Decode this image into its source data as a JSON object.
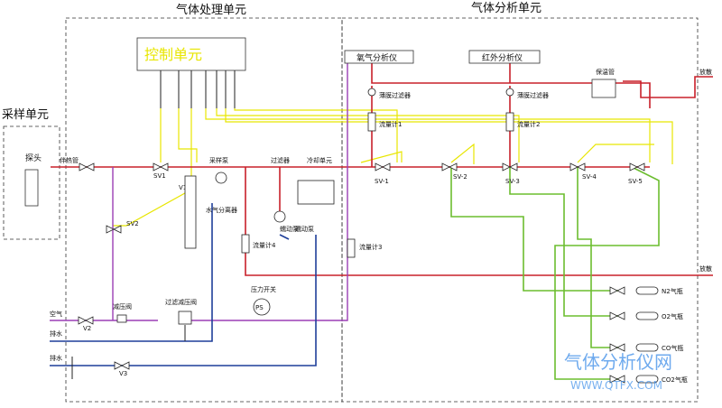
{
  "sections": {
    "sampling": "采样单元",
    "processing": "气体处理单元",
    "analysis": "气体分析单元"
  },
  "control_unit": "控制单元",
  "analyzers": {
    "oxygen": "氧气分析仪",
    "infrared": "红外分析仪"
  },
  "labels": {
    "probe": "探头",
    "probe_heat": "伴热管",
    "sample_pump": "采样泵",
    "filter": "过滤器",
    "cooler": "冷却单元",
    "water_sep": "水气分离器",
    "drain_pump": "蠕动泵",
    "drain_pump2": "蠕动泵",
    "flowmeter4": "流量计4",
    "flowmeter3": "流量计3",
    "flowmeter1": "流量计1",
    "flowmeter2": "流量计2",
    "membrane1": "薄膜过滤器",
    "membrane2": "薄膜过滤器",
    "reducer": "减压阀",
    "filter_reducer": "过滤减压阀",
    "pressure_switch": "压力开关",
    "ps": "PS",
    "air": "空气",
    "drain1": "排水",
    "drain2": "排水",
    "exhaust1": "放散",
    "exhaust2": "放散",
    "heater": "保温管",
    "sv1": "SV1",
    "sv2": "SV2",
    "v1": "V1",
    "v2": "V2",
    "v3": "V3",
    "svn1": "SV-1",
    "svn2": "SV-2",
    "svn3": "SV-3",
    "svn4": "SV-4",
    "svn5": "SV-5",
    "n2": "N2气瓶",
    "o2": "O2气瓶",
    "co": "CO气瓶",
    "co2": "CO2气瓶"
  },
  "watermark": {
    "cn": "气体分析仪网",
    "en": "WWW.QTFX.COM"
  },
  "colors": {
    "sample": "#c8202a",
    "control": "#e8e600",
    "purge": "#9b3fb5",
    "water": "#1f3f9a",
    "calibration": "#6cbd2f",
    "process": "#9b3fb5"
  }
}
